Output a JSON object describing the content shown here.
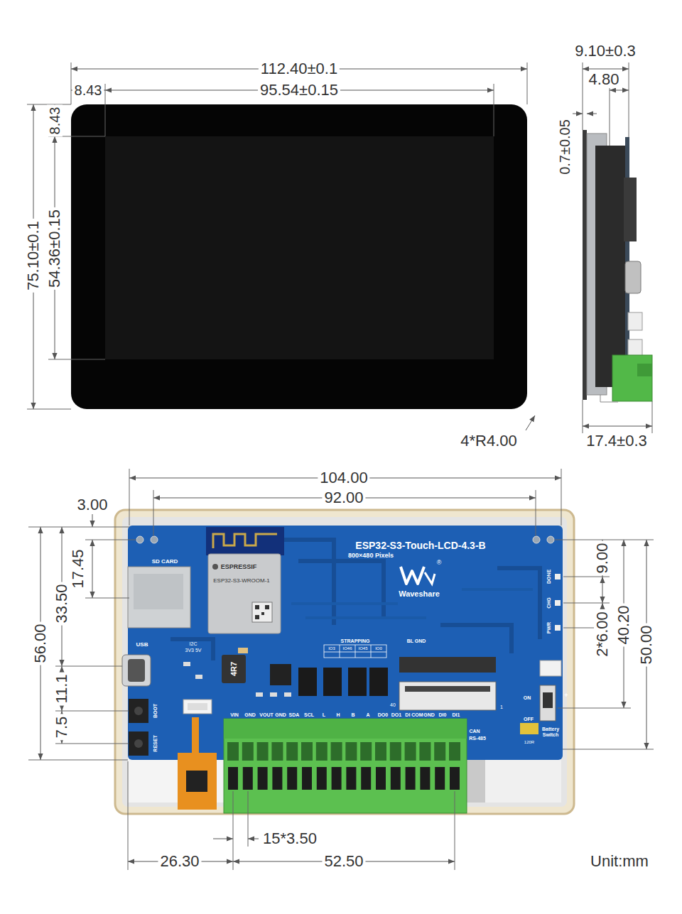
{
  "diagram": {
    "labels": [
      "112.40±0.1",
      "8.43",
      "95.54±0.15",
      "8.43",
      "75.10±0.1",
      "54.36±0.15",
      "4*R4.00",
      "9.10±0.3",
      "4.80",
      "0.7±0.05",
      "17.4±0.3",
      "104.00",
      "92.00",
      "3.00",
      "17.45",
      "33.50",
      "56.00",
      "11.1",
      "7.5",
      "9.00",
      "2*6.00",
      "40.20",
      "50.00",
      "15*3.50",
      "26.30",
      "52.50",
      "Unit:mm",
      "ESP32-S3-Touch-LCD-4.3-B",
      "800×480 Pixels",
      "®",
      "Waveshare",
      "ESPRESSIF",
      "ESP32-S3-WROOM-1",
      "SD CARD",
      "USB",
      "I2C",
      "3V3 5V",
      "BOOT",
      "RESET",
      "4R7",
      "STRAPPING",
      "IO3",
      "IO46",
      "IO45",
      "IO0",
      "BL GND",
      "VIN",
      "GND",
      "VOUT",
      "GND",
      "SDA",
      "SCL",
      "L",
      "H",
      "B",
      "A",
      "DO0",
      "DO1",
      "DI COM",
      "GND",
      "DI0",
      "DI1",
      "40",
      "1",
      "DONE",
      "CHG",
      "PWR",
      "ON",
      "OFF",
      "+",
      "CAN",
      "RS-485",
      "120R",
      "Battery Switch"
    ]
  }
}
